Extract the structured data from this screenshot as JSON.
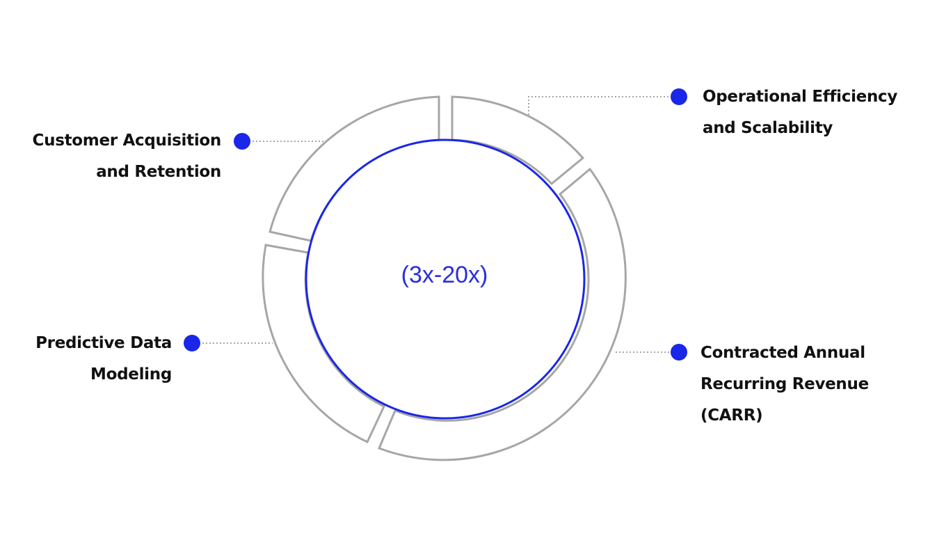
{
  "center_value": "(3x-20x)",
  "colors": {
    "accent": "#1a26e8",
    "ring": "#a6a6a6",
    "text": "#111111"
  },
  "segments": [
    {
      "id": "customer-acquisition",
      "line1": "Customer Acquisition",
      "line2": "and Retention"
    },
    {
      "id": "operational-efficiency",
      "line1": "Operational Efficiency",
      "line2": "and Scalability"
    },
    {
      "id": "carr",
      "line1": "Contracted Annual",
      "line2": "Recurring Revenue",
      "line3": "(CARR)"
    },
    {
      "id": "predictive-data",
      "line1": "Predictive Data",
      "line2": "Modeling"
    }
  ]
}
